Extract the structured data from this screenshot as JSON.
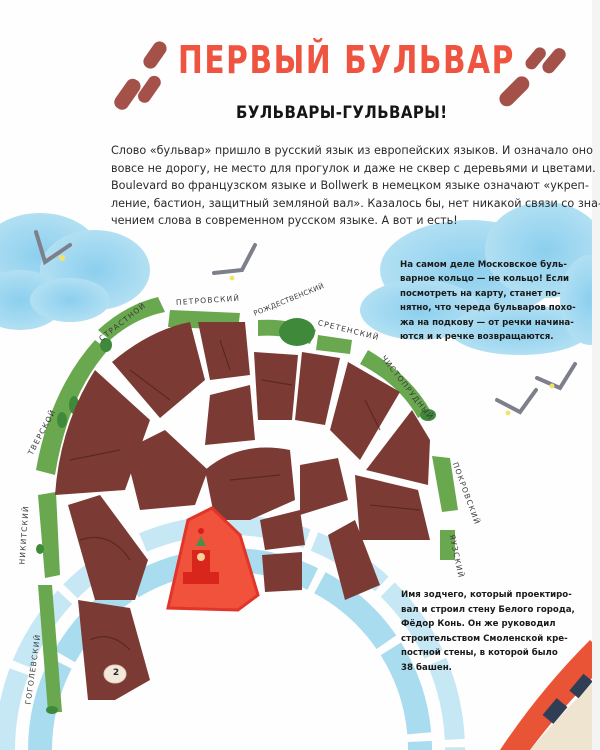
{
  "header": {
    "title": "ПЕРВЫЙ БУЛЬВАР",
    "subtitle": "БУЛЬВАРЫ-ГУЛЬВАРЫ!"
  },
  "intro": {
    "lines": [
      "Слово «бульвар» пришло в русский язык из европейских языков. И означало оно",
      "вовсе не дорогу, не место для прогулок и даже не сквер с деревьями и цветами.",
      "Boulevard во французском языке и Bollwerk в немецком языке означают «укреп-",
      "ление, бастион, защитный земляной вал». Казалось бы, нет никакой связи со зна-",
      "чением слова в современном русском языке. А вот и есть!"
    ]
  },
  "notes": {
    "horseshoe": {
      "lines": [
        "На самом деле Московское буль-",
        "варное кольцо — не кольцо! Если",
        "посмотреть на карту, станет по-",
        "нятно, что череда бульваров похо-",
        "жа на подкову — от речки начина-",
        "ются и к речке возвращаются."
      ]
    },
    "architect": {
      "lines": [
        "Имя зодчего, который проектиро-",
        "вал и строил стену Белого города,",
        "Фёдор Конь. Он же руководил",
        "строительством Смоленской кре-",
        "постной стены, в которой было",
        "38 башен."
      ]
    }
  },
  "map": {
    "boulevards": [
      {
        "name": "ГОГОЛЕВСКИЙ"
      },
      {
        "name": "НИКИТСКИЙ"
      },
      {
        "name": "ТВЕРСКОЙ"
      },
      {
        "name": "СТРАСТНОЙ"
      },
      {
        "name": "ПЕТРОВСКИЙ"
      },
      {
        "name": "РОЖДЕСТВЕНСКИЙ"
      },
      {
        "name": "СРЕТЕНСКИЙ"
      },
      {
        "name": "ЧИСТОПРУДНЫЙ"
      },
      {
        "name": "ПОКРОВСКИЙ"
      },
      {
        "name": "ЯУЗСКИЙ"
      }
    ],
    "marker_number": "2",
    "icons": {
      "kremlin": "kremlin-tower-icon",
      "birds": "seagull-icon",
      "footprints": "footprint-icon",
      "trees": "tree-icon"
    },
    "colors": {
      "title": "#ef5440",
      "blocks": "#7a3a33",
      "greenery": "#6aa84f",
      "river": "#a9dcef",
      "sky": "#9fd6ee",
      "kremlin": "#f0523c"
    }
  }
}
